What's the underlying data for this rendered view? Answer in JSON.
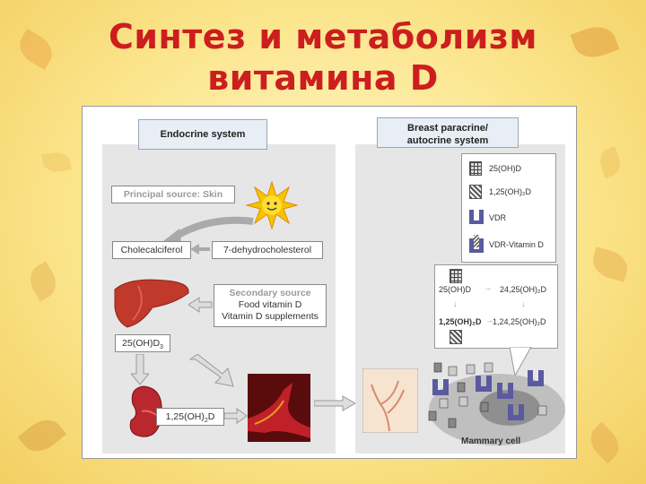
{
  "slide": {
    "title_line1": "Синтез и метаболизм",
    "title_line2": "витамина D"
  },
  "endocrine": {
    "tab": "Endocrine system",
    "principal_source": "Principal source: Skin",
    "cholecalciferol": "Cholecalciferol",
    "dehydro": "7-dehydrocholesterol",
    "secondary_title": "Secondary source",
    "secondary_l1": "Food vitamin D",
    "secondary_l2": "Vitamin D supplements",
    "metabolite1": "25(OH)D",
    "metabolite1_sub": "3",
    "metabolite2a": "1,25(OH)",
    "metabolite2_sub": "2",
    "metabolite2b": "D"
  },
  "breast": {
    "tab_l1": "Breast paracrine/",
    "tab_l2": "autocrine system",
    "legend": [
      {
        "label": "25(OH)D",
        "icon": "grid-cube-icon"
      },
      {
        "label": "1,25(OH)₂D",
        "icon": "striped-cube-icon"
      },
      {
        "label": "VDR",
        "icon": "vdr-receptor-icon"
      },
      {
        "label": "VDR-Vitamin D",
        "icon": "vdr-complex-icon"
      }
    ],
    "metab": {
      "a": "25(OH)D",
      "b": "24,25(OH)₂D",
      "c": "1,25(OH)₂D",
      "d": "1,24,25(OH)₂D"
    },
    "cell_label": "Mammary cell"
  },
  "colors": {
    "title": "#cc1e1e",
    "liver": "#c0392b",
    "kidney": "#b8282e",
    "receptor": "#5a5aa0",
    "panel": "#e6e6e6"
  }
}
